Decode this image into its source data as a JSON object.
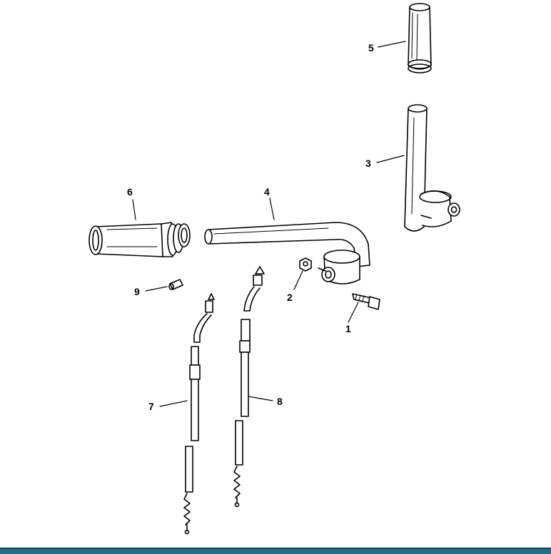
{
  "callouts": [
    {
      "id": "1",
      "label": "1"
    },
    {
      "id": "2",
      "label": "2"
    },
    {
      "id": "3",
      "label": "3"
    },
    {
      "id": "4",
      "label": "4"
    },
    {
      "id": "5",
      "label": "5"
    },
    {
      "id": "6",
      "label": "6"
    },
    {
      "id": "7",
      "label": "7"
    },
    {
      "id": "8",
      "label": "8"
    },
    {
      "id": "9",
      "label": "9"
    }
  ],
  "colors": {
    "line": "#000000",
    "background": "#ffffff",
    "bottom_bar": "#1c6f8e"
  }
}
